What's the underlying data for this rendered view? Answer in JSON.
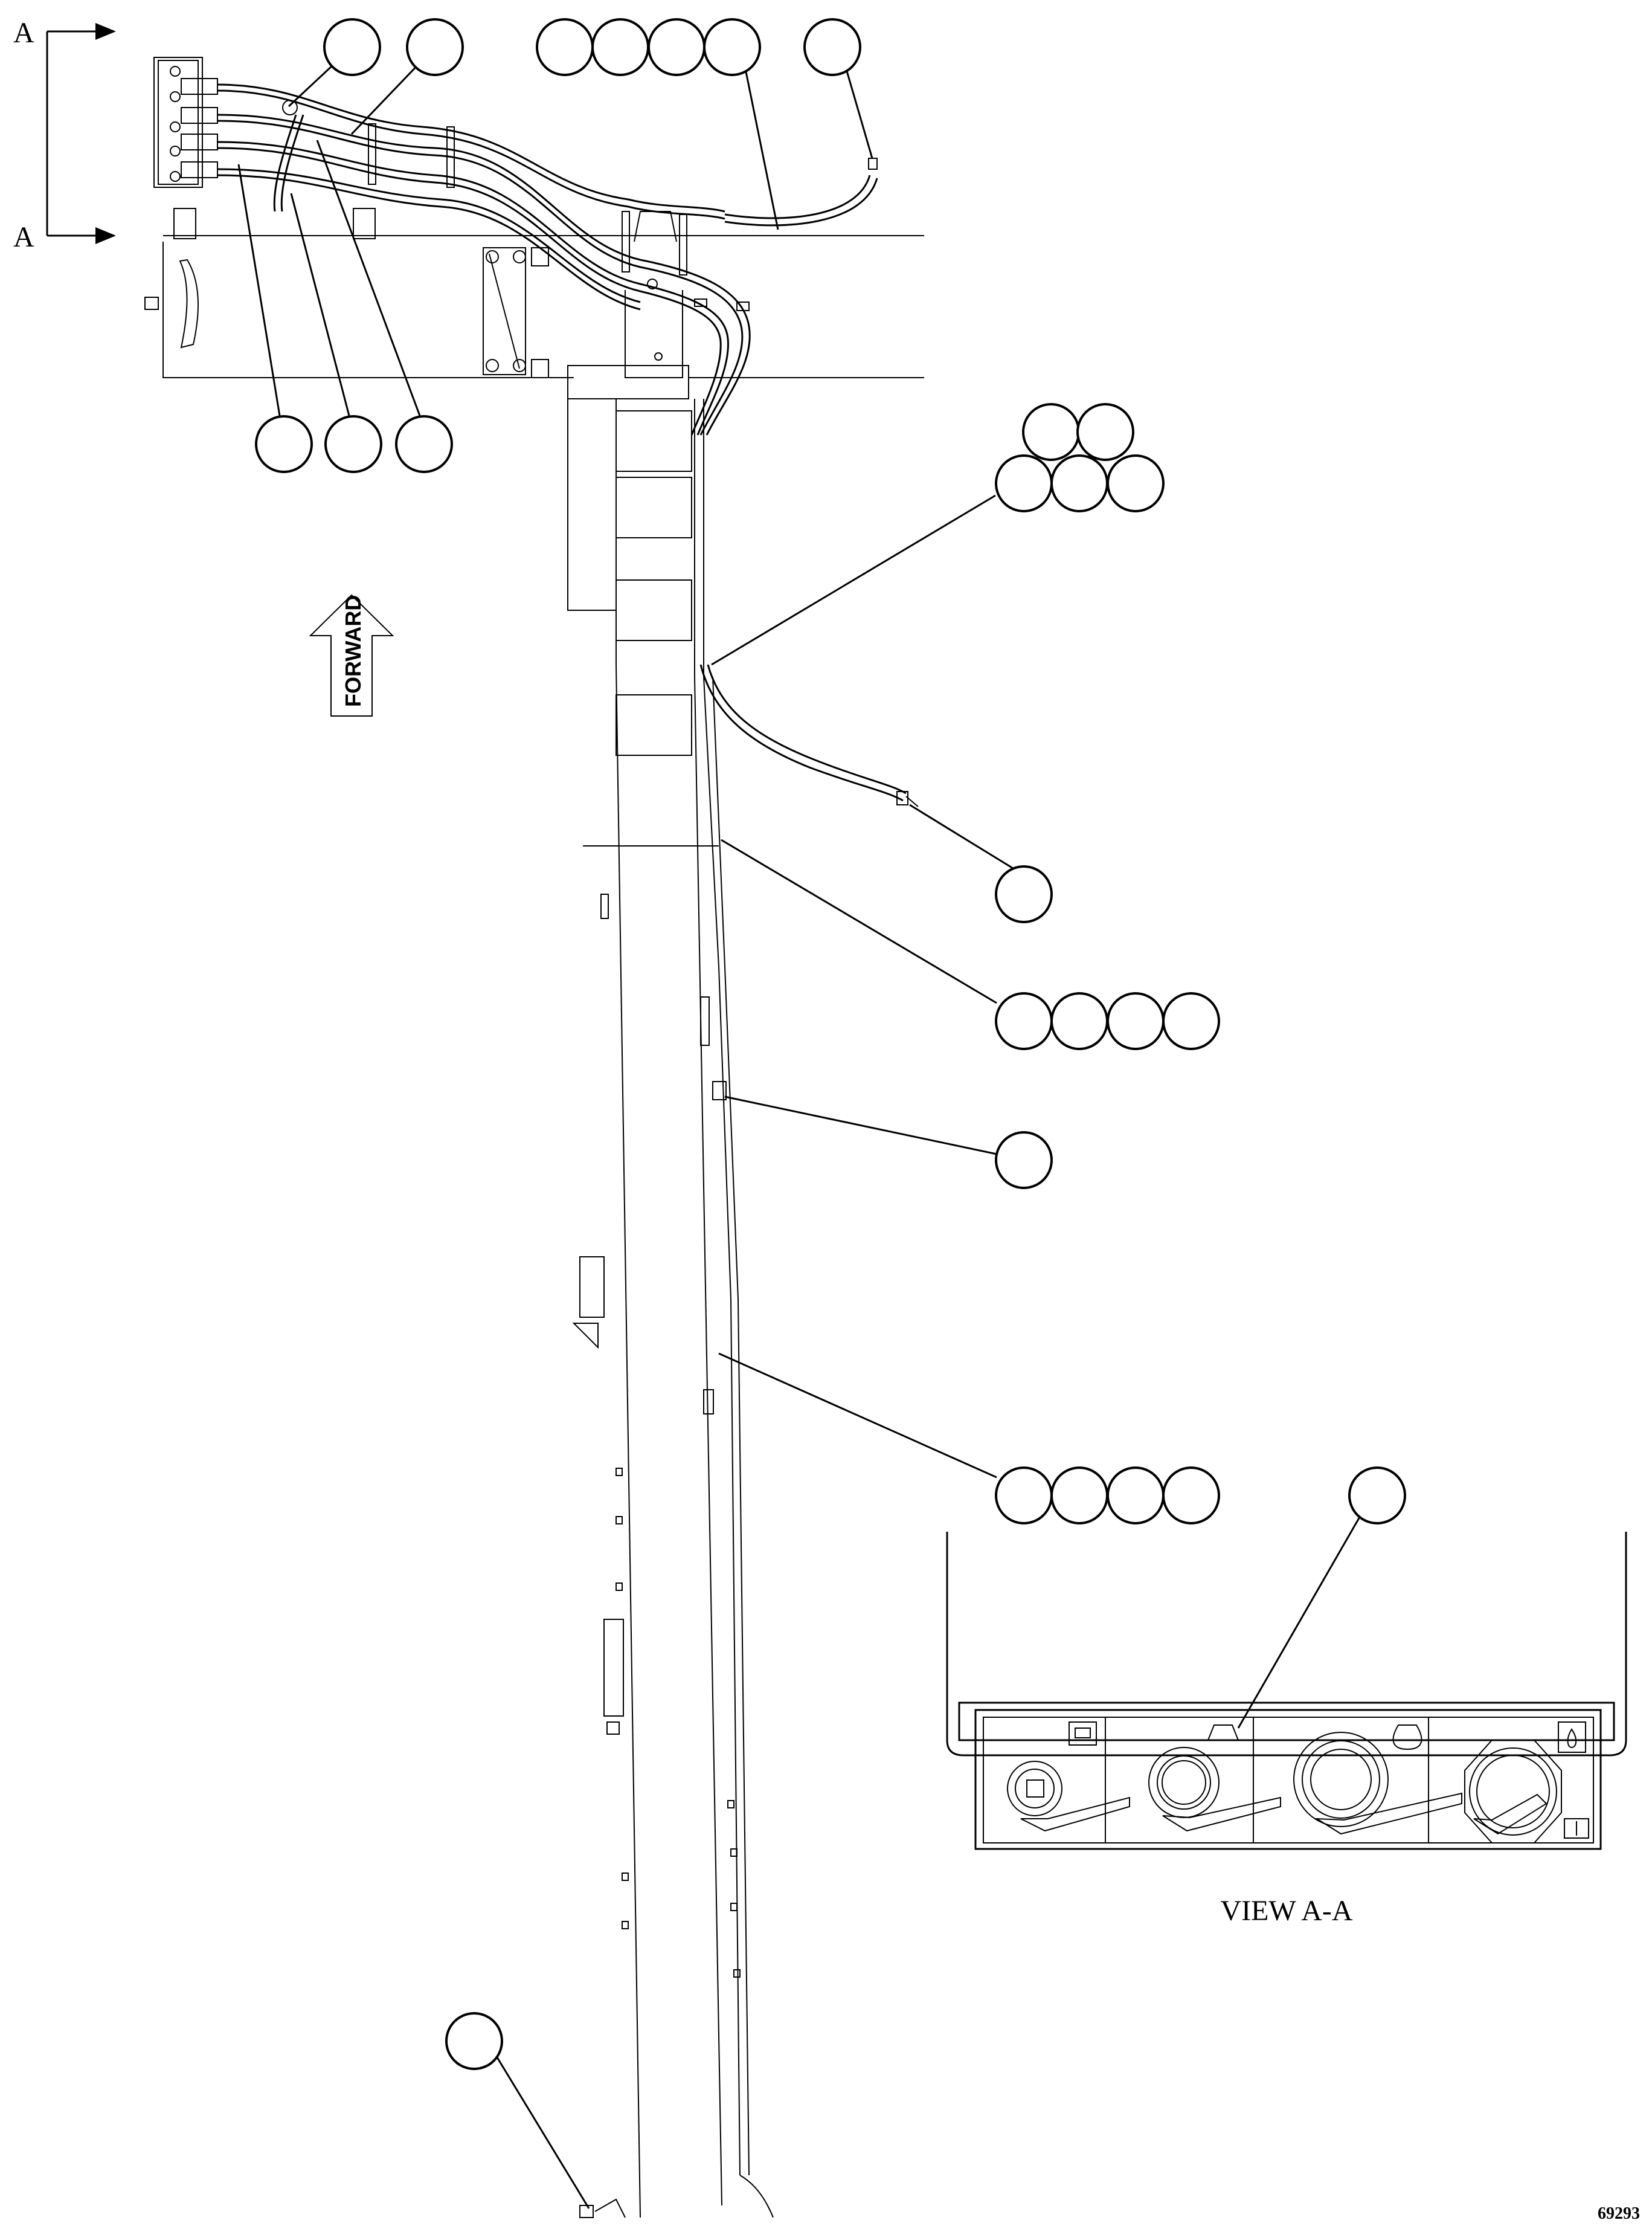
{
  "section_marker_top": "A",
  "section_marker_bottom": "A",
  "forward_label": "FORWARD",
  "view_caption": "VIEW A-A",
  "figure_number": "69293",
  "callout_groups": [
    {
      "name": "top-left-pair",
      "count": 2
    },
    {
      "name": "top-center-row",
      "count": 4
    },
    {
      "name": "top-right-single",
      "count": 1
    },
    {
      "name": "lower-left-row",
      "count": 3
    },
    {
      "name": "right-pyramid",
      "count": 5
    },
    {
      "name": "right-single-1",
      "count": 1
    },
    {
      "name": "right-row-1",
      "count": 4
    },
    {
      "name": "right-single-2",
      "count": 1
    },
    {
      "name": "right-row-2",
      "count": 4
    },
    {
      "name": "view-single",
      "count": 1
    },
    {
      "name": "bottom-single",
      "count": 1
    }
  ]
}
